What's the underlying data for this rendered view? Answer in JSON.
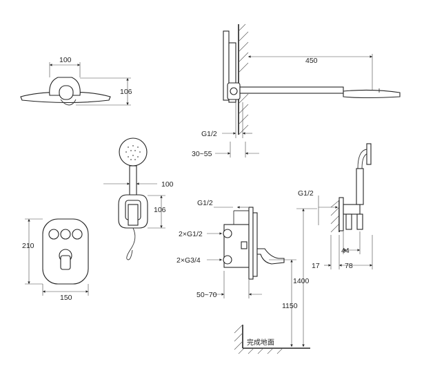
{
  "dimensions": {
    "shower_head_width": "100",
    "shower_head_height": "106",
    "arm_length": "450",
    "wall_thread": "G1/2",
    "wall_depth": "30~55",
    "hand_shower_width": "100",
    "hand_shower_height": "106",
    "valve_plate_height": "210",
    "valve_plate_width": "150",
    "valve_thread_top": "G1/2",
    "valve_inlets": "2×G1/2",
    "valve_outlets": "2×G3/4",
    "valve_depth": "50~70",
    "outlet_thread": "G1/2",
    "outlet_width": "44",
    "outlet_offset": "17",
    "outlet_projection": "78",
    "height_upper": "1400",
    "height_lower": "1150"
  },
  "labels": {
    "floor": "完成地面"
  },
  "colors": {
    "line": "#333333",
    "background": "#ffffff"
  }
}
